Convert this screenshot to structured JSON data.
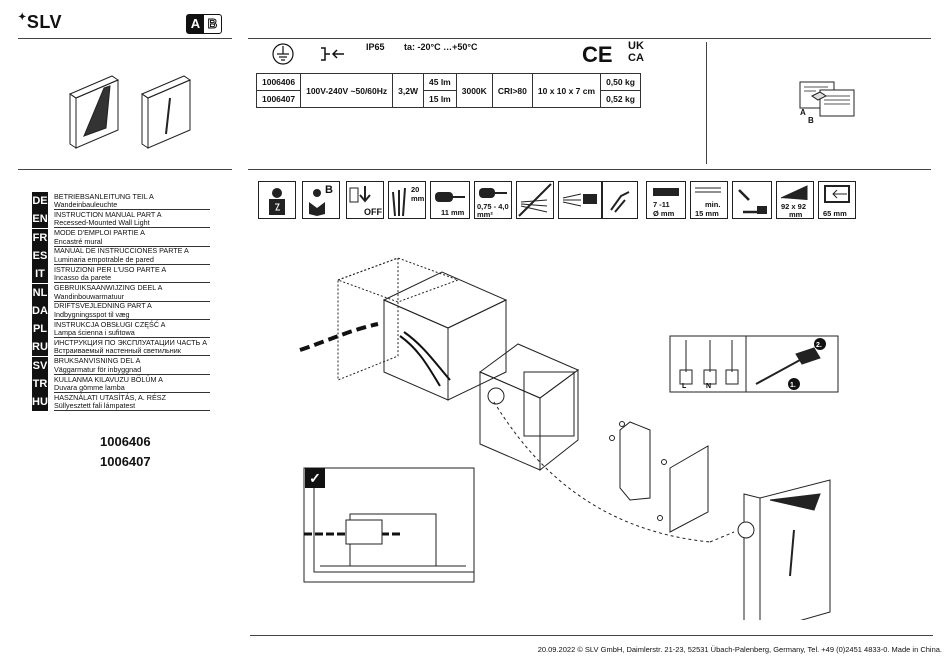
{
  "brand": {
    "logo_text": "SLV",
    "part_badge_a": "A",
    "part_badge_b": "B"
  },
  "specs": {
    "ip_rating": "IP65",
    "ambient_temp": "ta: -20°C …+50°C",
    "ce_mark": "CE",
    "ukca_mark_line1": "UK",
    "ukca_mark_line2": "CA",
    "rows": [
      {
        "article": "1006406",
        "lumen": "45 lm",
        "weight": "0,50 kg"
      },
      {
        "article": "1006407",
        "lumen": "15 lm",
        "weight": "0,52 kg"
      }
    ],
    "voltage": "100V-240V ~50/60Hz",
    "power": "3,2W",
    "cct": "3000K",
    "cri": "CRI>80",
    "dimensions": "10 x 10 x 7 cm"
  },
  "booklet": {
    "a_label": "A",
    "b_label": "B"
  },
  "languages": [
    {
      "code": "DE",
      "line1": "BETRIEBSANLEITUNG TEIL A",
      "line2": "Wandeinbauleuchte"
    },
    {
      "code": "EN",
      "line1": "INSTRUCTION MANUAL PART A",
      "line2": "Recessed-Mounted Wall Light"
    },
    {
      "code": "FR",
      "line1": "MODE D'EMPLOI PARTIE A",
      "line2": "Encastré mural"
    },
    {
      "code": "ES",
      "line1": "MANUAL DE INSTRUCCIONES PARTE A",
      "line2": "Luminaria empotrable de pared"
    },
    {
      "code": "IT",
      "line1": "ISTRUZIONI PER L'USO PARTE A",
      "line2": "Incasso da parete"
    },
    {
      "code": "NL",
      "line1": "GEBRUIKSAANWIJZING DEEL A",
      "line2": "Wandinbouwarmatuur"
    },
    {
      "code": "DA",
      "line1": "DRIFTSVEJLEDNING PART A",
      "line2": "Indbygningsspot til væg"
    },
    {
      "code": "PL",
      "line1": "INSTRUKCJA OBSŁUGI CZĘŚĆ A",
      "line2": "Lampa ścienna i sufitowa"
    },
    {
      "code": "RU",
      "line1": "ИНСТРУКЦИЯ ПО ЭКСПЛУАТАЦИИ ЧАСТЬ А",
      "line2": "Встраиваемый настенный светильник"
    },
    {
      "code": "SV",
      "line1": "BRUKSANVISNING DEL A",
      "line2": "Väggarmatur för inbyggnad"
    },
    {
      "code": "TR",
      "line1": "KULLANMA KILAVUZU BÖLÜM A",
      "line2": "Duvara gömme lamba"
    },
    {
      "code": "HU",
      "line1": "HASZNÁLATI UTASÍTÁS, A. RÉSZ",
      "line2": "Süllyesztett fali lámpatest"
    }
  ],
  "article_numbers": [
    "1006406",
    "1006407"
  ],
  "install_icons": {
    "b_letter": "B",
    "off_label": "OFF",
    "strip_20": "20",
    "strip_mm": "mm",
    "strip_11": "11 mm",
    "cable_range_1": "0,75 - 4,0",
    "cable_range_2": "mm²",
    "cable_diam_1": "7 -11",
    "cable_diam_2": "Ø mm",
    "min_1": "min.",
    "min_2": "15 mm",
    "cutout_1": "92 x 92",
    "cutout_2": "mm",
    "depth": "65 mm"
  },
  "wiring": {
    "terminal_l": "L",
    "terminal_n": "N",
    "step1": "1.",
    "step2": "2."
  },
  "checkmark": "✓",
  "footer": "20.09.2022 © SLV GmbH, Daimlerstr. 21-23, 52531 Übach-Palenberg, Germany, Tel. +49 (0)2451 4833-0. Made in China."
}
